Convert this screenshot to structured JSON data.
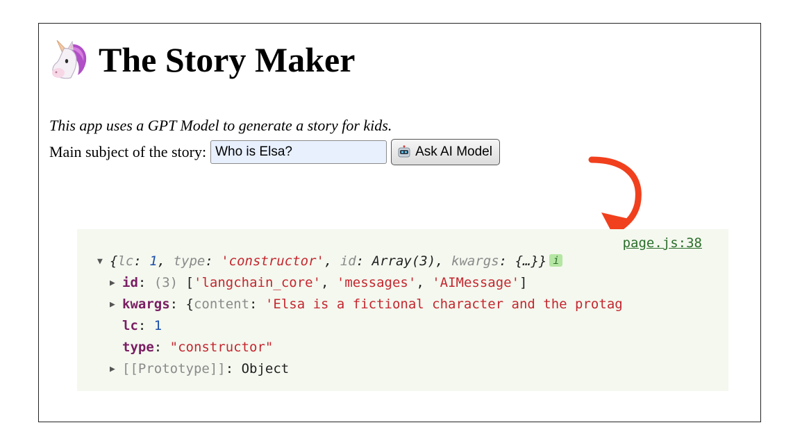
{
  "app": {
    "title": "The Story Maker",
    "description": "This app uses a GPT Model to generate a story for kids."
  },
  "form": {
    "label": "Main subject of the story:",
    "input_value": "Who is Elsa?",
    "button_label": "Ask AI Model"
  },
  "console": {
    "source_link": "page.js:38",
    "summary": {
      "open": "{",
      "lc_key": "lc",
      "lc_val": "1",
      "type_key": "type",
      "type_val": "'constructor'",
      "id_key": "id",
      "id_val": "Array(3)",
      "kwargs_key": "kwargs",
      "kwargs_val": "{…}",
      "close": "}",
      "info_badge": "i"
    },
    "id_row": {
      "key": "id",
      "count": "(3)",
      "items": [
        "'langchain_core'",
        "'messages'",
        "'AIMessage'"
      ]
    },
    "kwargs_row": {
      "key": "kwargs",
      "inner_key": "content",
      "inner_val": "'Elsa is a fictional character and the protag"
    },
    "lc_row": {
      "key": "lc",
      "val": "1"
    },
    "type_row": {
      "key": "type",
      "val": "\"constructor\""
    },
    "proto_row": {
      "key": "[[Prototype]]",
      "val": "Object"
    }
  },
  "colors": {
    "console_bg": "#f4f8ef",
    "string": "#c4262e",
    "number": "#1c4ea8",
    "key": "#7a1e63",
    "link": "#2b6e2b",
    "arrow": "#f1401d",
    "input_bg": "#e8f0fe"
  },
  "icons": {
    "title_icon": "unicorn-icon",
    "button_icon": "robot-icon",
    "annotation": "curved-arrow-icon"
  }
}
